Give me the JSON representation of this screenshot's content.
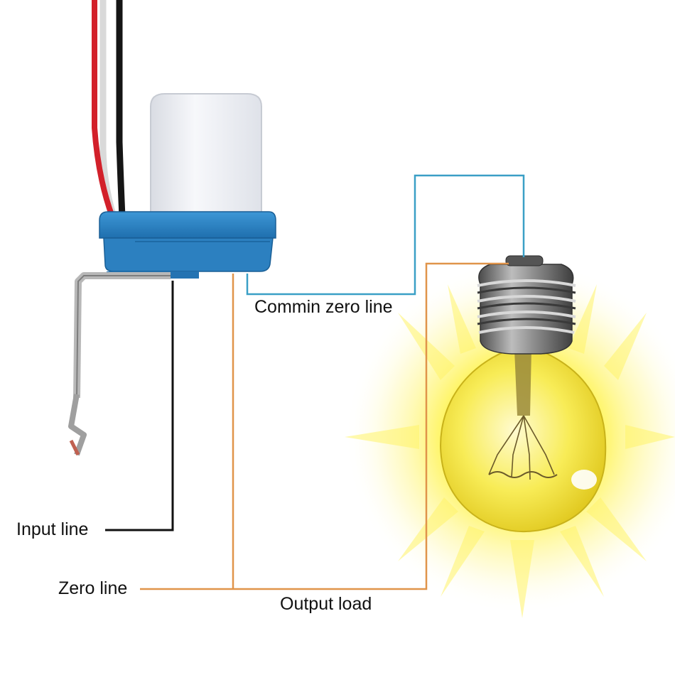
{
  "labels": {
    "common_zero_line": "Commin zero line",
    "input_line": "Input line",
    "zero_line": "Zero line",
    "output_load": "Output load"
  },
  "colors": {
    "background": "#ffffff",
    "sensor_body_blue": "#2f86c8",
    "sensor_cap_white": "#eceef2",
    "wire_red": "#d2202a",
    "wire_black": "#151515",
    "wire_white": "#e9e9e9",
    "common_zero_wire": "#3a9fc6",
    "zero_output_wire": "#e0944a",
    "input_wire": "#111111",
    "bulb_glow": "#fff200",
    "bulb_glass": "#f6e43c",
    "bulb_base": "#7c7c7c"
  },
  "icons": {
    "sensor": "photocell-light-sensor-icon",
    "bulb": "light-bulb-icon"
  }
}
